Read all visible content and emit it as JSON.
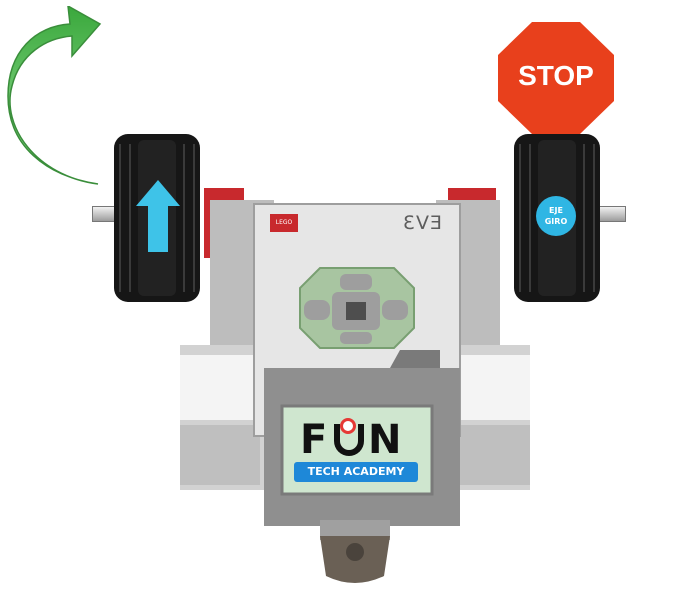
{
  "stop_sign": {
    "label": "STOP",
    "color": "#e8401c"
  },
  "curved_arrow": {
    "icon": "curved-arrow-icon",
    "color": "#5cc35f"
  },
  "left_wheel": {
    "arrow_icon": "up-arrow-icon",
    "arrow_color": "#3ec3e8"
  },
  "right_wheel": {
    "badge_line1": "EJE",
    "badge_line2": "GIRO",
    "badge_color": "#2fb6e4"
  },
  "brick": {
    "model_label": "EV3",
    "brand_badge": "LEGO",
    "body_color": "#dcdcdc"
  },
  "logo": {
    "text_fun_f": "F",
    "text_fun_n": "N",
    "subtitle": "TECH ACADEMY",
    "subtitle_color": "#1e88d8"
  }
}
